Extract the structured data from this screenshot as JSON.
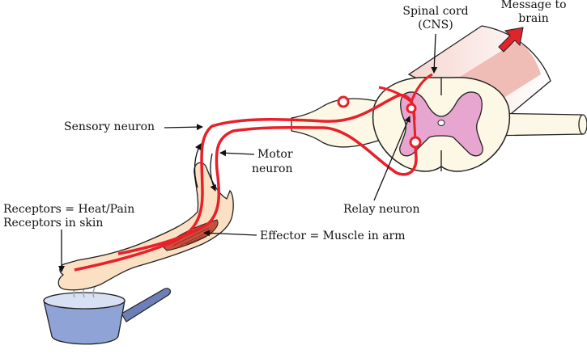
{
  "labels": {
    "spinal_cord_line1": "Spinal cord",
    "spinal_cord_line2": "(CNS)",
    "message_line1": "Message to",
    "message_line2": "brain",
    "sensory_neuron": "Sensory neuron",
    "motor_line1": "Motor",
    "motor_line2": "neuron",
    "receptors_line1": "Receptors = Heat/Pain",
    "receptors_line2": "Receptors in skin",
    "relay_neuron": "Relay neuron",
    "effector": "Effector = Muscle in arm"
  },
  "colors": {
    "neuron": "#e8202a",
    "grey_matter": "#e7a6cf",
    "white_matter": "#fdf8e6",
    "spinal_shade": "#f2c9c4",
    "skin": "#fbe0c4",
    "muscle": "#c8503c",
    "pan": "#8fa3d6",
    "handle": "#6d7fb7",
    "arrow": "#e0242c"
  }
}
